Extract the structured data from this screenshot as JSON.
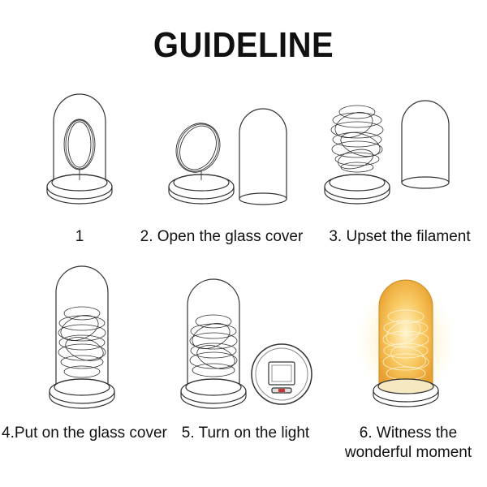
{
  "title": "GUIDELINE",
  "steps": [
    {
      "label": "1"
    },
    {
      "label": "2. Open the glass cover"
    },
    {
      "label": "3. Upset the filament"
    },
    {
      "label": "4.Put on the glass cover"
    },
    {
      "label": "5. Turn on the light"
    },
    {
      "label": "6. Witness the",
      "label_line2": "wonderful moment"
    }
  ],
  "colors": {
    "line": "#333333",
    "glow": "#f5b030",
    "glow_light": "#fff3c8"
  }
}
